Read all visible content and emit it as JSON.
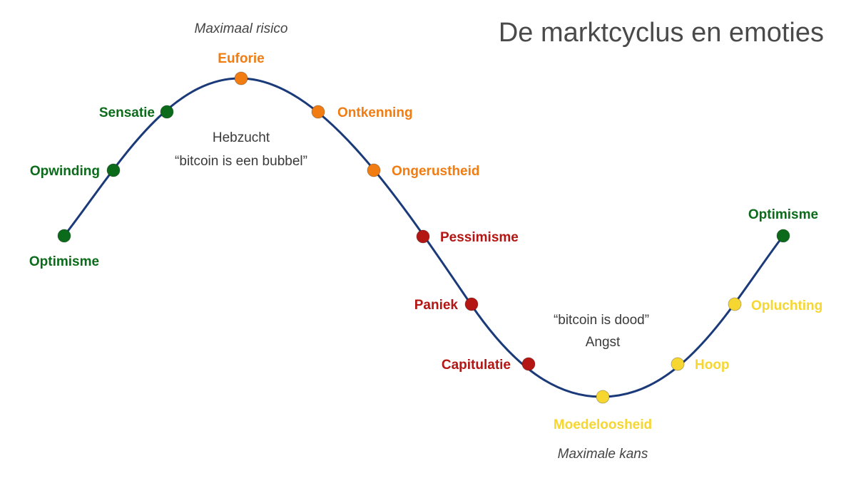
{
  "title": "De marktcyclus en emoties",
  "annotations": {
    "top_risk": "Maximaal risico",
    "greed": "Hebzucht",
    "greed_quote": "“bitcoin is een bubbel”",
    "fear_quote": "“bitcoin is dood”",
    "fear": "Angst",
    "bottom_chance": "Maximale kans"
  },
  "colors": {
    "curve": "#1b3a7a",
    "green": "#0b6b1a",
    "orange": "#f07c12",
    "red": "#b31613",
    "yellow": "#f6d631"
  },
  "stages": [
    {
      "id": "optimisme-start",
      "label": "Optimisme",
      "phase": "green"
    },
    {
      "id": "opwinding",
      "label": "Opwinding",
      "phase": "green"
    },
    {
      "id": "sensatie",
      "label": "Sensatie",
      "phase": "green"
    },
    {
      "id": "euforie",
      "label": "Euforie",
      "phase": "orange"
    },
    {
      "id": "ontkenning",
      "label": "Ontkenning",
      "phase": "orange"
    },
    {
      "id": "ongerustheid",
      "label": "Ongerustheid",
      "phase": "orange"
    },
    {
      "id": "pessimisme",
      "label": "Pessimisme",
      "phase": "red"
    },
    {
      "id": "paniek",
      "label": "Paniek",
      "phase": "red"
    },
    {
      "id": "capitulatie",
      "label": "Capitulatie",
      "phase": "red"
    },
    {
      "id": "moedeloosheid",
      "label": "Moedeloosheid",
      "phase": "yellow"
    },
    {
      "id": "hoop",
      "label": "Hoop",
      "phase": "yellow"
    },
    {
      "id": "opluchting",
      "label": "Opluchting",
      "phase": "yellow"
    },
    {
      "id": "optimisme-end",
      "label": "Optimisme",
      "phase": "green"
    }
  ]
}
